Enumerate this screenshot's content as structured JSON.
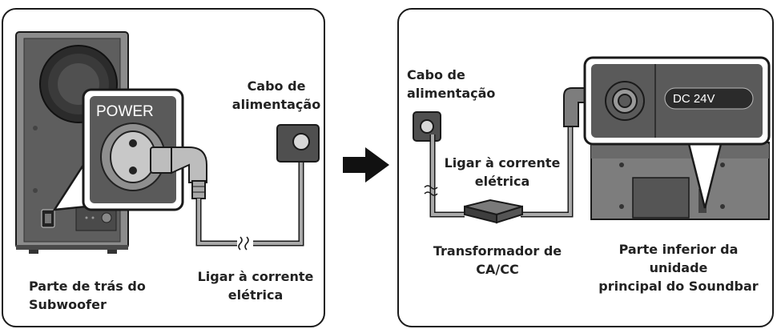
{
  "left_panel": {
    "power_label": "POWER",
    "cable_label_line1": "Cabo de",
    "cable_label_line2": "alimentação",
    "outlet_label_line1": "Ligar à corrente",
    "outlet_label_line2": "elétrica",
    "subwoofer_label_line1": "Parte de trás do",
    "subwoofer_label_line2": "Subwoofer"
  },
  "right_panel": {
    "cable_label_line1": "Cabo de",
    "cable_label_line2": "alimentação",
    "outlet_label_line1": "Ligar à corrente",
    "outlet_label_line2": "elétrica",
    "adapter_label_line1": "Transformador de",
    "adapter_label_line2": "CA/CC",
    "dc_label": "DC 24V",
    "soundbar_label_line1": "Parte inferior da unidade",
    "soundbar_label_line2": "principal do Soundbar"
  },
  "colors": {
    "outline": "#1a1a1a",
    "cable": "#a9a9a9",
    "device_dark": "#5a5a5a",
    "device_light": "#bfbfbf",
    "arrow": "#111111"
  }
}
